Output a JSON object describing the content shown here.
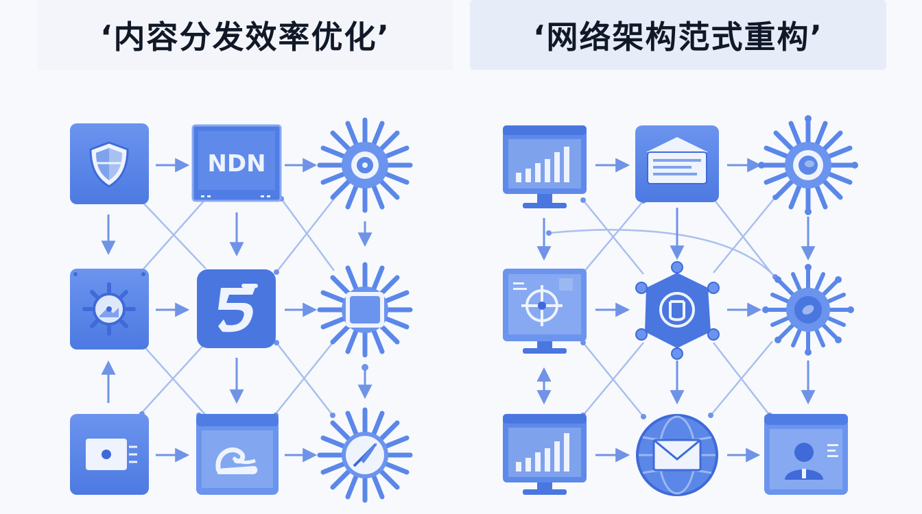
{
  "panels": {
    "left": {
      "title": "‘内容分发效率优化’"
    },
    "right": {
      "title": "‘网络架构范式重构’"
    }
  },
  "nodes": {
    "left_monitor_label": "NDN"
  },
  "colors": {
    "primary": "#5b87e8",
    "primary_dark": "#3f6ad8",
    "light": "#9cb8f2",
    "line": "#9fb6ea",
    "arrow": "#6f93e6",
    "background": "#f7f9fd"
  }
}
